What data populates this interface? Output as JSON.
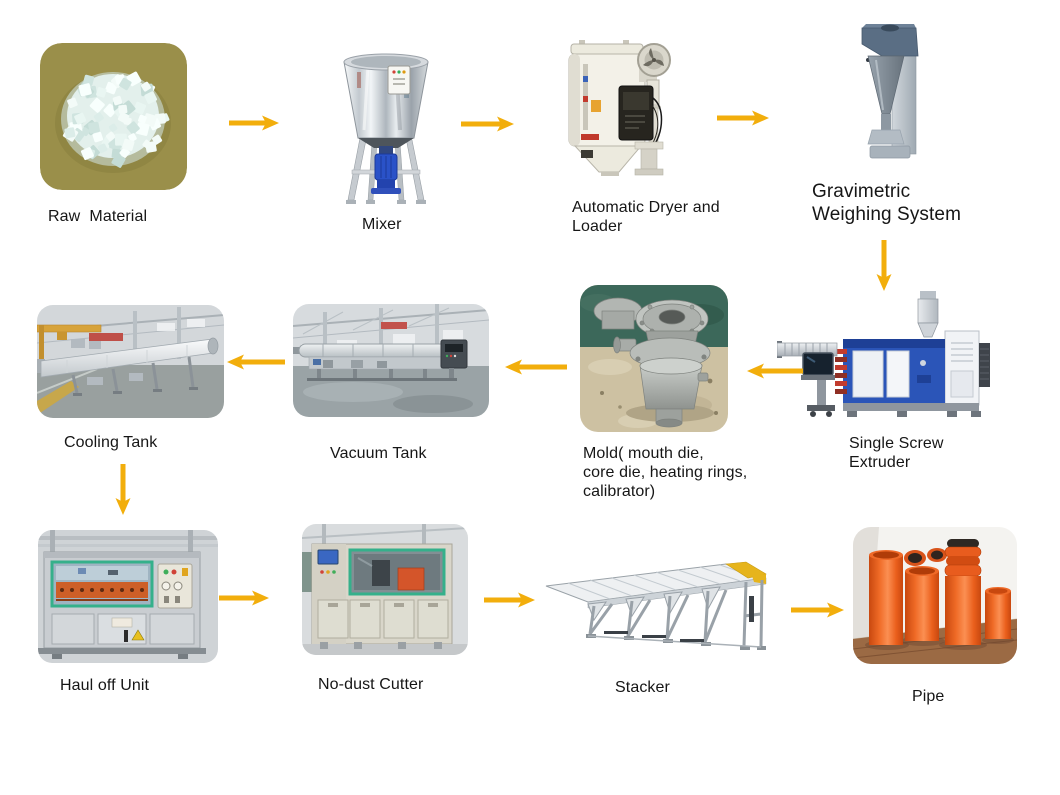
{
  "diagram": {
    "type": "process-flow-diagram",
    "background": "#FFFFFF",
    "colors": {
      "arrow": "#F2AE0C",
      "raw_material_bg": "#9A8F4A",
      "extruder_blue": "#2B55B8",
      "motor_blue": "#2A52C8",
      "guard_frame_green": "#35B08B",
      "pipe_orange": "#E8561C"
    },
    "nodes": [
      {
        "id": "raw-material",
        "label": "Raw  Material",
        "image": "white plastic resin pellets on olive background"
      },
      {
        "id": "mixer",
        "label": "Mixer",
        "image": "stainless steel vertical mixer with blue motor"
      },
      {
        "id": "automatic-dryer-loader",
        "label": "Automatic Dryer and\nLoader",
        "image": "hopper dryer with top fan and black control box"
      },
      {
        "id": "gravimetric-weighing-system",
        "label": "Gravimetric\nWeighing System",
        "image": "gray gravimetric dosing unit with cone hopper"
      },
      {
        "id": "single-screw-extruder",
        "label": "Single Screw\nExtruder",
        "image": "blue and white single screw extruder with hopper"
      },
      {
        "id": "mold",
        "label": "Mold( mouth die,\ncore die, heating rings,\ncalibrator)",
        "image": "steel pipe die parts on green and tan background"
      },
      {
        "id": "vacuum-tank",
        "label": "Vacuum Tank",
        "image": "long vacuum calibration tank in workshop"
      },
      {
        "id": "cooling-tank",
        "label": "Cooling Tank",
        "image": "long white cooling tank in workshop"
      },
      {
        "id": "haul-off-unit",
        "label": "Haul off Unit",
        "image": "haul-off machine with orange caterpillar belts"
      },
      {
        "id": "no-dust-cutter",
        "label": "No-dust Cutter",
        "image": "cutter cabinet with green framed window"
      },
      {
        "id": "stacker",
        "label": "Stacker",
        "image": "steel stacker frame conveyor with yellow tips"
      },
      {
        "id": "pipe",
        "label": "Pipe",
        "image": "orange plastic pipes standing on wooden floor"
      }
    ],
    "flow": [
      "raw-material",
      "mixer",
      "automatic-dryer-loader",
      "gravimetric-weighing-system",
      "single-screw-extruder",
      "mold",
      "vacuum-tank",
      "cooling-tank",
      "haul-off-unit",
      "no-dust-cutter",
      "stacker",
      "pipe"
    ]
  }
}
